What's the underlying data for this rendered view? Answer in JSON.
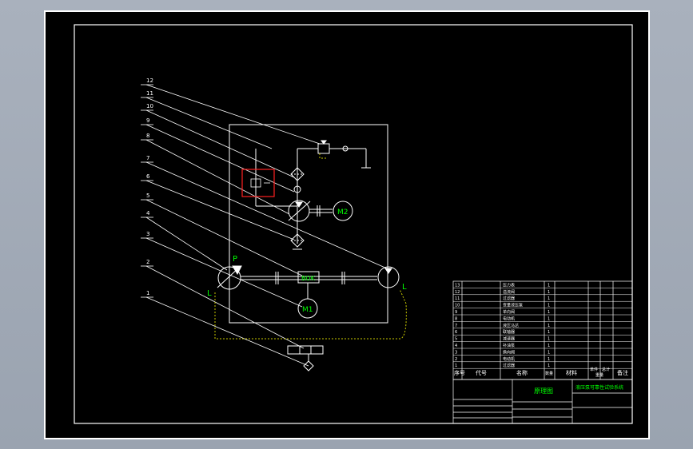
{
  "colors": {
    "viewport_bg": "#a3abb7",
    "sheet_bg": "#000000",
    "line": "#ffffff",
    "symbol_text": "#00ff00",
    "highlight": "#ff2020",
    "return_line": "#c8c800"
  },
  "diagram": {
    "leader_labels": [
      "1",
      "2",
      "3",
      "4",
      "5",
      "6",
      "7",
      "8",
      "9",
      "10",
      "11",
      "12"
    ],
    "main_pump_label": "P",
    "left_label": "L",
    "right_label": "L",
    "motor_1": "M1",
    "motor_2": "M2",
    "box_label": "BOK"
  },
  "parts_table": {
    "rows": [
      {
        "no": "13",
        "name": "压力表",
        "qty": "1"
      },
      {
        "no": "12",
        "name": "溢流阀",
        "qty": "1"
      },
      {
        "no": "11",
        "name": "过滤器",
        "qty": "1"
      },
      {
        "no": "10",
        "name": "变量液压泵",
        "qty": "1"
      },
      {
        "no": "9",
        "name": "单向阀",
        "qty": "1"
      },
      {
        "no": "8",
        "name": "电动机",
        "qty": "1"
      },
      {
        "no": "7",
        "name": "液压马达",
        "qty": "1"
      },
      {
        "no": "6",
        "name": "联轴器",
        "qty": "1"
      },
      {
        "no": "5",
        "name": "减速器",
        "qty": "1"
      },
      {
        "no": "4",
        "name": "补油泵",
        "qty": "1"
      },
      {
        "no": "3",
        "name": "换向阀",
        "qty": "1"
      },
      {
        "no": "2",
        "name": "电动机",
        "qty": "1"
      },
      {
        "no": "1",
        "name": "过滤器",
        "qty": "1"
      }
    ],
    "header": {
      "no": "序号",
      "code": "代号",
      "name": "名称",
      "qty": "数量",
      "material": "材料",
      "weight_single": "单件",
      "weight_total": "总计",
      "weight_label": "重量",
      "remark": "备注"
    }
  },
  "title_block": {
    "drawing_name": "原理图",
    "project": "液压泵可靠性试验系统"
  }
}
